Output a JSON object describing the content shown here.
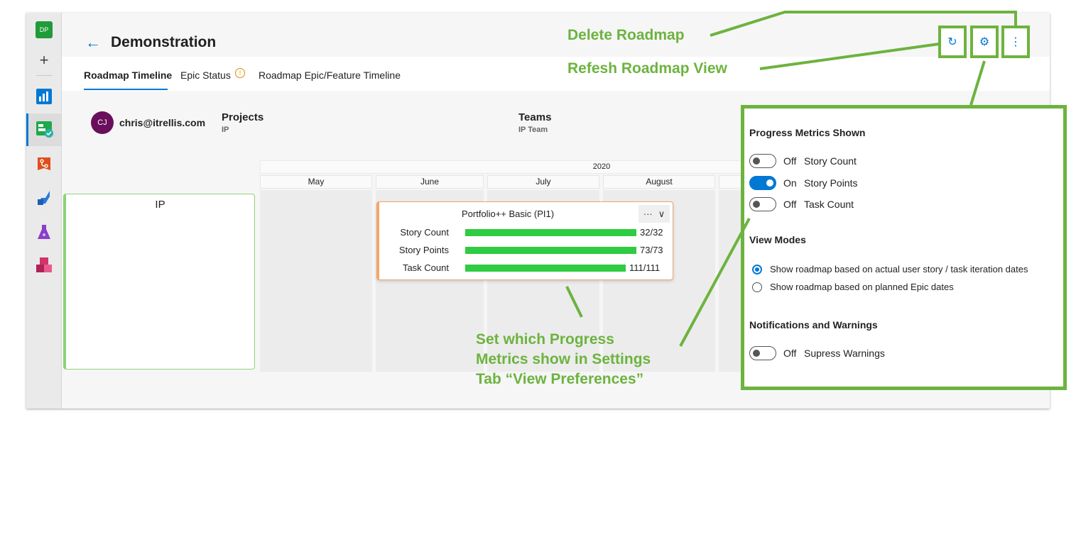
{
  "nav": {
    "avatar_initials": "DP",
    "add_symbol": "+",
    "items": [
      {
        "icon": "boards-icon",
        "color": "#0078d4"
      },
      {
        "icon": "roadmap-icon",
        "color": "#1fa84c"
      },
      {
        "icon": "repos-icon",
        "color": "#e04e1b"
      },
      {
        "icon": "pipelines-icon",
        "color": "#2c7bd6"
      },
      {
        "icon": "test-plans-icon",
        "color": "#8a3ec9"
      },
      {
        "icon": "artifacts-icon",
        "color": "#d1346b"
      }
    ]
  },
  "header": {
    "back_symbol": "←",
    "title": "Demonstration",
    "refresh_symbol": "↻",
    "settings_symbol": "⚙",
    "more_symbol": "⋮"
  },
  "tabs": [
    {
      "label": "Roadmap Timeline",
      "active": true
    },
    {
      "label": "Epic Status",
      "active": false,
      "warning": "!"
    },
    {
      "label": "Roadmap Epic/Feature Timeline",
      "active": false
    }
  ],
  "user": {
    "initials": "CJ",
    "name": "chris@itrellis.com"
  },
  "projects": {
    "title": "Projects",
    "value": "IP"
  },
  "teams": {
    "title": "Teams",
    "value": "IP Team"
  },
  "timeline": {
    "year": "2020",
    "months": [
      "May",
      "June",
      "July",
      "August"
    ]
  },
  "team_card": {
    "title": "IP"
  },
  "epic_card": {
    "title": "Portfolio++ Basic (PI1)",
    "menu_dots": "···",
    "menu_chevron": "∨",
    "metrics": [
      {
        "label": "Story Count",
        "value": "32/32",
        "progress": 1.0
      },
      {
        "label": "Story Points",
        "value": "73/73",
        "progress": 1.0
      },
      {
        "label": "Task Count",
        "value": "111/111",
        "progress": 1.0
      }
    ]
  },
  "annotations": {
    "delete_roadmap": "Delete Roadmap",
    "refresh_view": "Refesh Roadmap View",
    "progress_note_line1": "Set which Progress",
    "progress_note_line2": "Metrics show in Settings",
    "progress_note_line3": "Tab “View Preferences”"
  },
  "settings": {
    "progress_heading": "Progress Metrics Shown",
    "toggles": [
      {
        "state": "Off",
        "label": "Story Count",
        "on": false
      },
      {
        "state": "On",
        "label": "Story Points",
        "on": true
      },
      {
        "state": "Off",
        "label": "Task Count",
        "on": false
      }
    ],
    "view_modes_heading": "View Modes",
    "view_modes": [
      {
        "label": "Show roadmap based on actual user story / task iteration dates",
        "checked": true
      },
      {
        "label": "Show roadmap based on planned Epic dates",
        "checked": false
      }
    ],
    "notifications_heading": "Notifications and Warnings",
    "warnings_toggle": {
      "state": "Off",
      "label": "Supress Warnings",
      "on": false
    }
  },
  "colors": {
    "accent": "#0078d4",
    "annotation_green": "#6db33f",
    "progress_green": "#2ecc40",
    "epic_border": "#f5a56a",
    "team_border": "#8fd17a"
  }
}
